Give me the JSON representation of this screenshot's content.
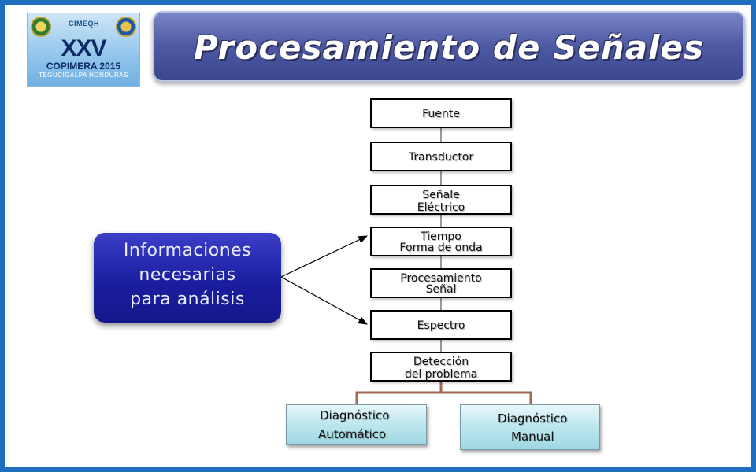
{
  "logo": {
    "brand": "CIMEQH",
    "roman": "XXV",
    "event": "COPIMERA 2015",
    "city": "TEGUCIGALPA HONDURAS"
  },
  "title": "Procesamiento de Señales",
  "flow": [
    {
      "lines": [
        "Fuente"
      ]
    },
    {
      "lines": [
        "Transductor"
      ]
    },
    {
      "lines": [
        "Señale",
        "Eléctrico"
      ]
    },
    {
      "lines": [
        "Tiempo",
        "Forma de onda"
      ]
    },
    {
      "lines": [
        "Procesamiento",
        "Señal"
      ]
    },
    {
      "lines": [
        "Espectro"
      ]
    },
    {
      "lines": [
        "Detección",
        "del problema"
      ]
    }
  ],
  "callout": {
    "lines": [
      "Informaciones",
      "necesarias",
      "para análisis"
    ]
  },
  "diagnostics": [
    {
      "lines": [
        "Diagnóstico",
        "Automático"
      ]
    },
    {
      "lines": [
        "Diagnóstico",
        "Manual"
      ]
    }
  ],
  "colors": {
    "frame": "#1f6fbf",
    "banner": "#4e5aa4",
    "callout": "#1a1ea0",
    "branch": "#9e6a52"
  }
}
